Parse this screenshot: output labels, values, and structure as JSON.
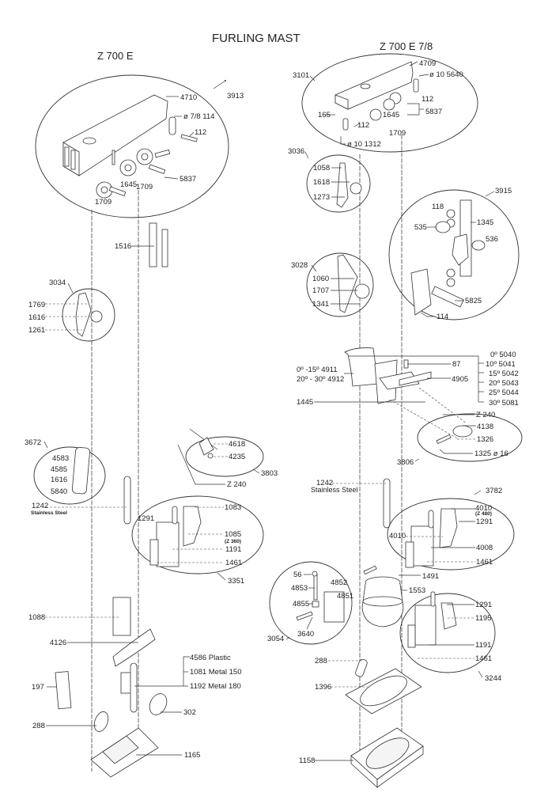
{
  "title": "FURLING MAST",
  "left_model": "Z 700 E",
  "right_model": "Z 700 E 7/8",
  "left": {
    "assembly_3913": {
      "id": "3913",
      "parts": [
        "4710",
        "ø 7/8 114",
        "112",
        "5837",
        "1645",
        "1709",
        "1709"
      ]
    },
    "mast_1516": "1516",
    "assembly_3034": {
      "id": "3034",
      "parts": [
        "1769",
        "1616",
        "1261"
      ]
    },
    "assembly_3672": {
      "id": "3672",
      "parts": [
        "4583",
        "4585",
        "1616",
        "5840"
      ]
    },
    "part_1242": {
      "id": "1242",
      "note": "Stainless Steel"
    },
    "assembly_3803": {
      "id": "3803",
      "parts": [
        "4618",
        "4235"
      ],
      "z": "Z 240"
    },
    "assembly_3351": {
      "id": "3351",
      "parts": [
        "1083",
        "1291",
        "1085",
        "(Z 360)",
        "1191",
        "1461"
      ]
    },
    "part_1088": "1088",
    "part_4126": "4126",
    "options": [
      "4586 Plastic",
      "1081 Metal 150",
      "1192 Metal 180"
    ],
    "part_197": "197",
    "part_288": "288",
    "part_302": "302",
    "part_1165": "1165"
  },
  "right": {
    "assembly_3101": {
      "id": "3101",
      "parts": [
        "4709",
        "ø 10 5640",
        "112",
        "5837",
        "165",
        "1645",
        "112",
        "1709",
        "ø 10 1312"
      ]
    },
    "assembly_3036": {
      "id": "3036",
      "parts": [
        "1058",
        "1618",
        "1273"
      ]
    },
    "assembly_3915": {
      "id": "3915",
      "parts": [
        "118",
        "1345",
        "535",
        "536",
        "5825",
        "114"
      ]
    },
    "assembly_3028": {
      "id": "3028",
      "parts": [
        "1060",
        "1707",
        "1341"
      ]
    },
    "angle_left": [
      "0º -15º 4911",
      "20º - 30º 4912"
    ],
    "part_87": "87",
    "part_4905": "4905",
    "angle_options": [
      "0º 5040",
      "10º 5041",
      "15º 5042",
      "20º 5043",
      "25º 5044",
      "30º 5081"
    ],
    "part_1445": "1445",
    "z240": "Z 240",
    "assembly_3806": {
      "id": "3806",
      "parts": [
        "4138",
        "1326",
        "1325 ø 16"
      ]
    },
    "part_1242": {
      "id": "1242",
      "note": "Stainless Steel"
    },
    "assembly_3782": {
      "id": "3782",
      "parts": [
        "4010",
        "(Z 480)",
        "1291",
        "4010",
        "4008",
        "1461"
      ]
    },
    "part_1491": "1491",
    "part_1553": "1553",
    "assembly_3054": {
      "id": "3054",
      "parts": [
        "56",
        "4853",
        "4852",
        "4851",
        "4855",
        "3640"
      ]
    },
    "assembly_3244": {
      "id": "3244",
      "parts": [
        "1291",
        "1195",
        "1191",
        "1461"
      ]
    },
    "part_288": "288",
    "part_1396": "1396",
    "part_1158": "1158"
  }
}
